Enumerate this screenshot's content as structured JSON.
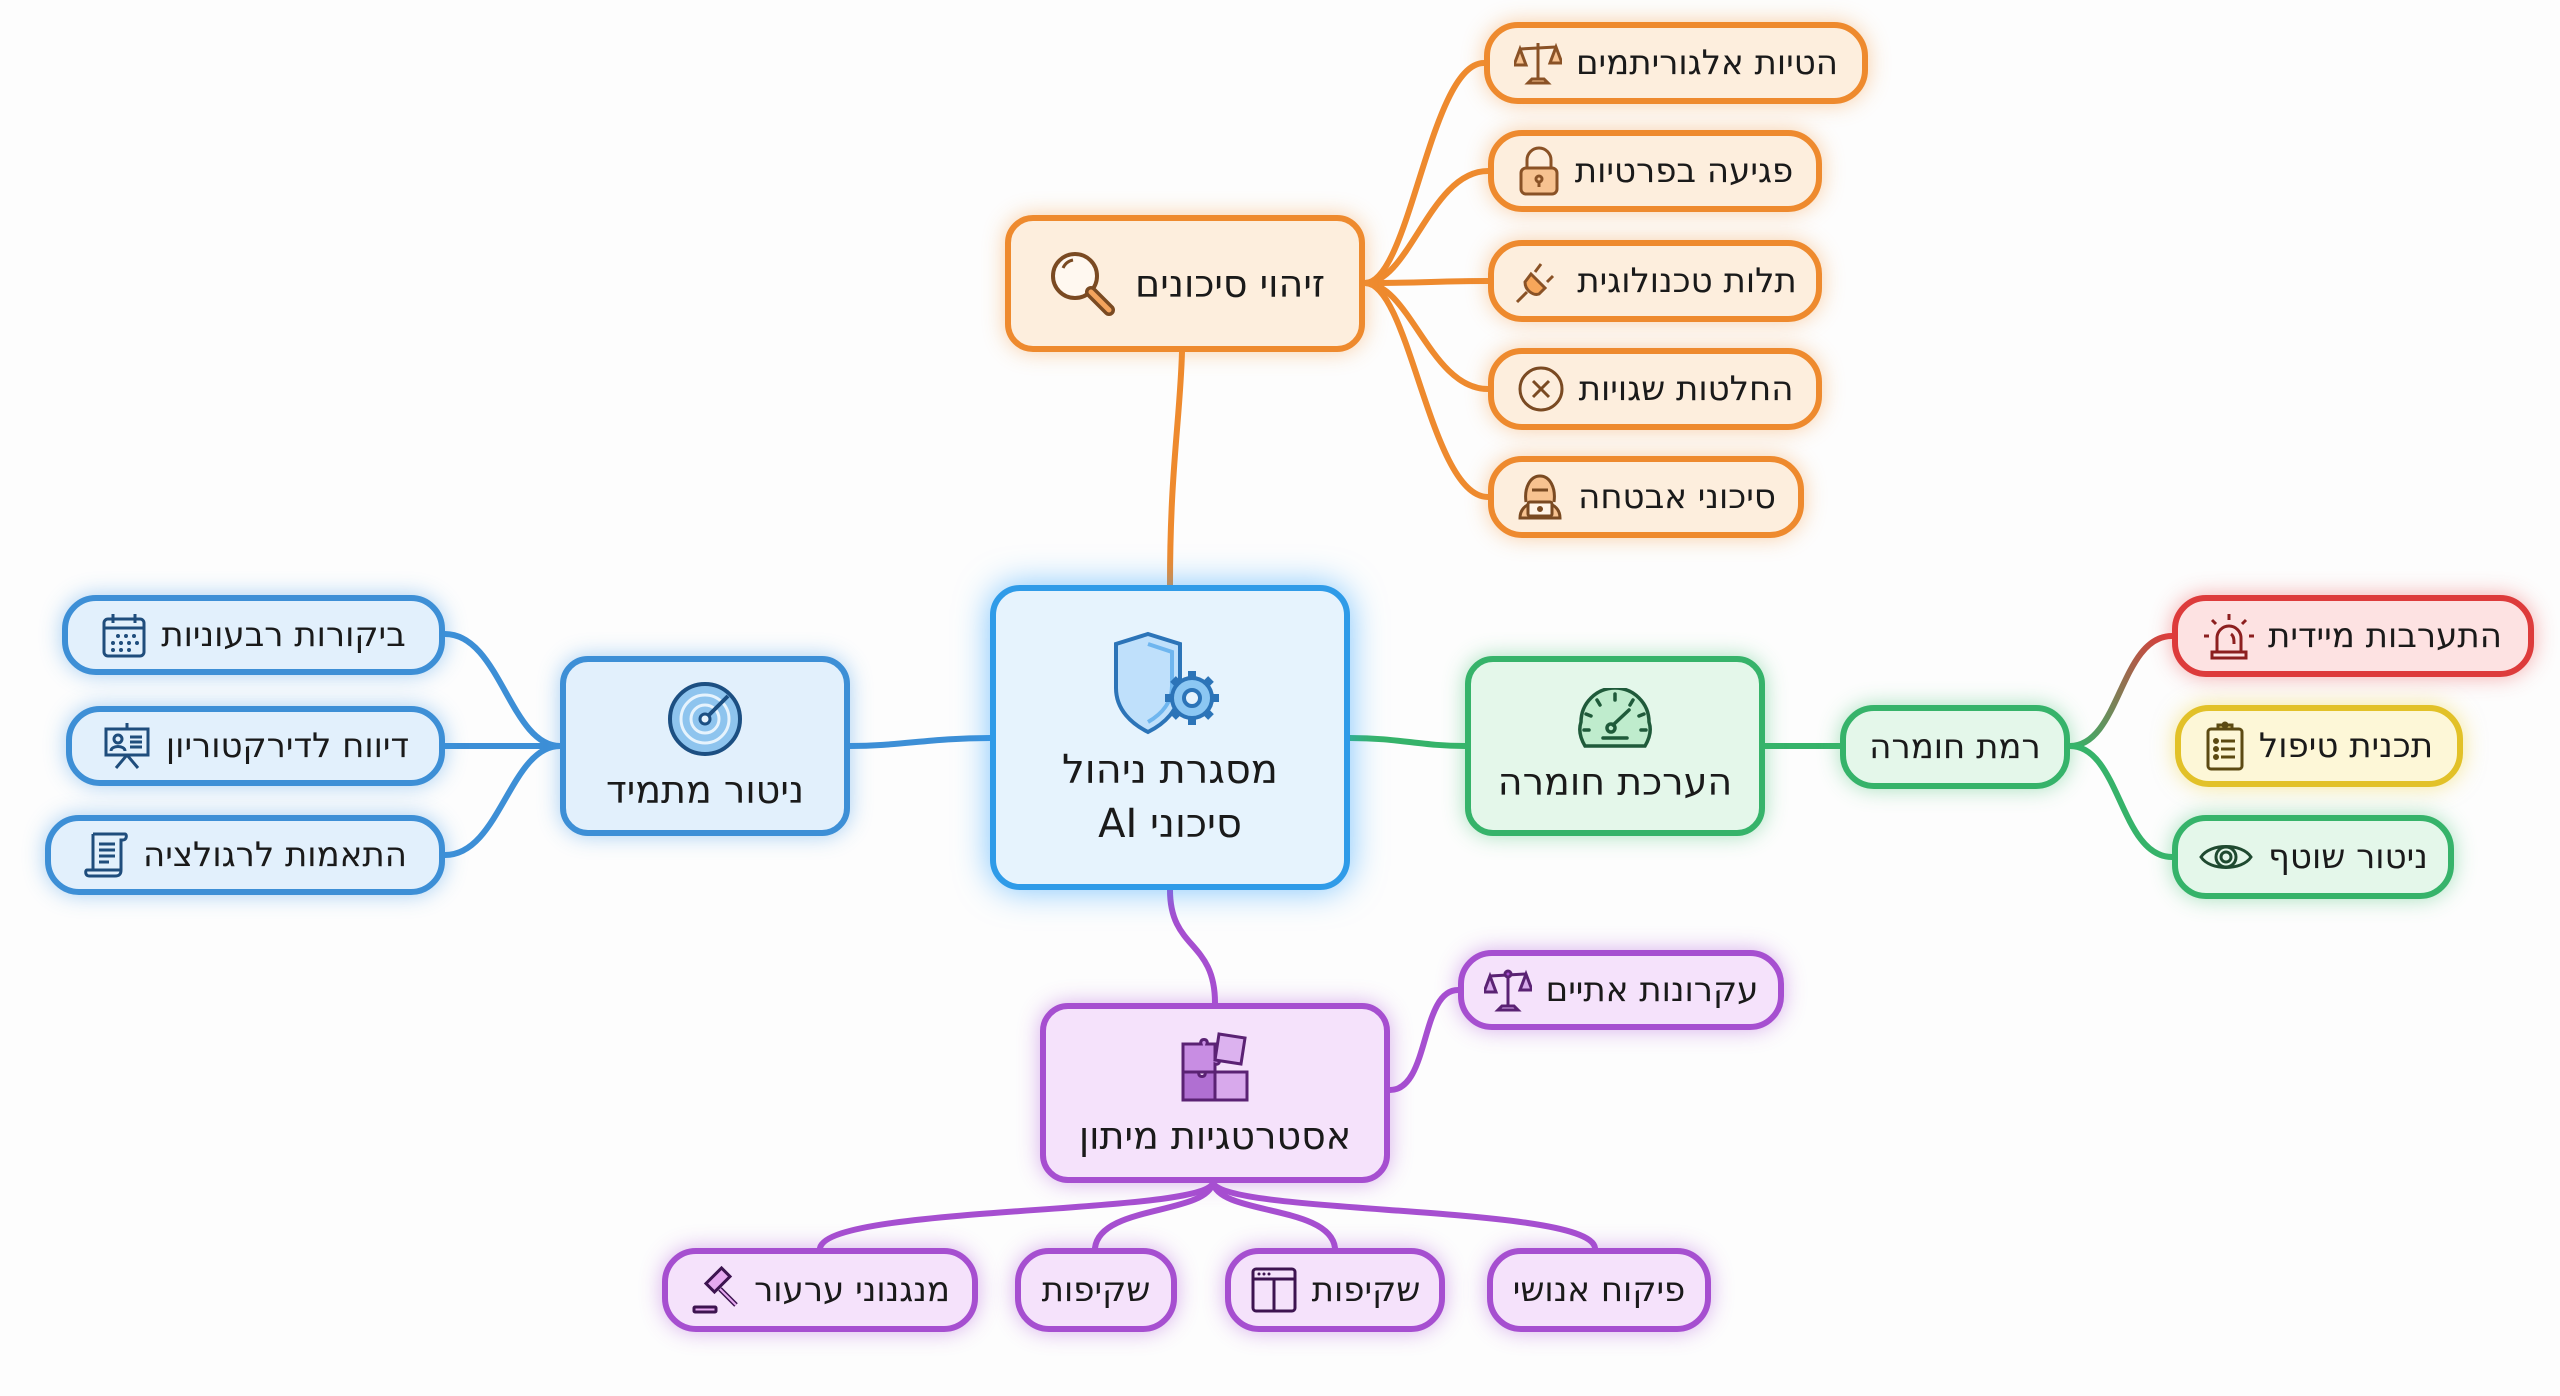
{
  "colors": {
    "orange": "#ee8a2e",
    "blue": "#3d8fd6",
    "center": "#2f9be8",
    "green": "#36b36a",
    "red": "#dd3b3b",
    "yellow": "#e2c128",
    "purple": "#a64fd0"
  },
  "center": {
    "line1": "מסגרת ניהול",
    "line2": "סיכוני AI",
    "icon": "shield-gear-icon"
  },
  "risk_identification": {
    "label": "זיהוי סיכונים",
    "icon": "magnifier-icon",
    "children": [
      {
        "label": "הטיות אלגוריתמים",
        "icon": "scales-icon"
      },
      {
        "label": "פגיעה בפרטיות",
        "icon": "lock-icon"
      },
      {
        "label": "תלות טכנולוגית",
        "icon": "plug-icon"
      },
      {
        "label": "החלטות שגויות",
        "icon": "x-circle-icon"
      },
      {
        "label": "סיכוני אבטחה",
        "icon": "hacker-icon"
      }
    ]
  },
  "continuous_monitoring": {
    "label": "ניטור מתמיד",
    "icon": "radar-icon",
    "children": [
      {
        "label": "ביקורות רבעוניות",
        "icon": "calendar-icon"
      },
      {
        "label": "דיווח לדירקטוריון",
        "icon": "presentation-icon"
      },
      {
        "label": "התאמות לרגולציה",
        "icon": "scroll-icon"
      }
    ]
  },
  "severity_assessment": {
    "label": "הערכת חומרה",
    "icon": "gauge-icon",
    "level": {
      "label": "רמת חומרה",
      "children": [
        {
          "label": "התערבות מיידית",
          "icon": "siren-icon"
        },
        {
          "label": "תכנית טיפול",
          "icon": "clipboard-icon"
        },
        {
          "label": "ניטור שוטף",
          "icon": "eye-icon"
        }
      ]
    }
  },
  "mitigation": {
    "label": "אסטרטגיות מיתון",
    "icon": "puzzle-icon",
    "children": [
      {
        "label": "עקרונות אתיים",
        "icon": "scales-icon"
      },
      {
        "label": "פיקוח אנושי",
        "icon": ""
      },
      {
        "label": "שקיפות",
        "icon": "window-icon"
      },
      {
        "label": "שקיפות",
        "icon": ""
      },
      {
        "label": "מנגנוני ערעור",
        "icon": "gavel-icon"
      }
    ]
  }
}
